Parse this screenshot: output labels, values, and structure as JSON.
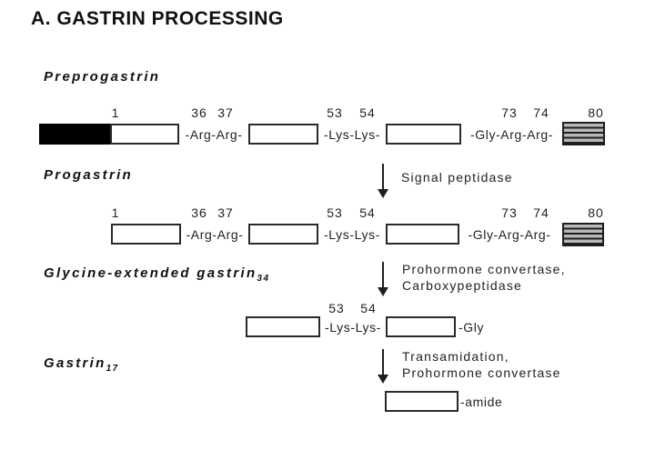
{
  "title": "A. GASTRIN PROCESSING",
  "sections": {
    "preprogastrin": {
      "label": "Preprogastrin"
    },
    "progastrin": {
      "label": "Progastrin"
    },
    "glycine_extended_gastrin": {
      "label": "Glycine-extended gastrin",
      "subscript": "34"
    },
    "gastrin": {
      "label": "Gastrin",
      "subscript": "17"
    }
  },
  "residues": {
    "r1": "1",
    "r36": "36",
    "r37": "37",
    "r53": "53",
    "r54": "54",
    "r73": "73",
    "r74": "74",
    "r80": "80"
  },
  "cleavage_sites": {
    "arg_arg": "-Arg-Arg-",
    "lys_lys": "-Lys-Lys-",
    "gly_arg_arg": "-Gly-Arg-Arg-",
    "gly": "-Gly",
    "amide": "-amide"
  },
  "steps": {
    "signal_peptidase": {
      "line1": "Signal peptidase"
    },
    "prohormone_carboxypeptidase": {
      "line1": "Prohormone convertase,",
      "line2": "Carboxypeptidase"
    },
    "transamidation": {
      "line1": "Transamidation,",
      "line2": "Prohormone convertase"
    }
  },
  "colors": {
    "background": "#ffffff",
    "text": "#1f1f1f",
    "box_border": "#2a2a2a",
    "signal_peptide_fill": "#000000",
    "peptide_fill": "#ffffff",
    "flag_fill": "#b8b8b8",
    "flag_stripe": "#1f1f1f"
  }
}
